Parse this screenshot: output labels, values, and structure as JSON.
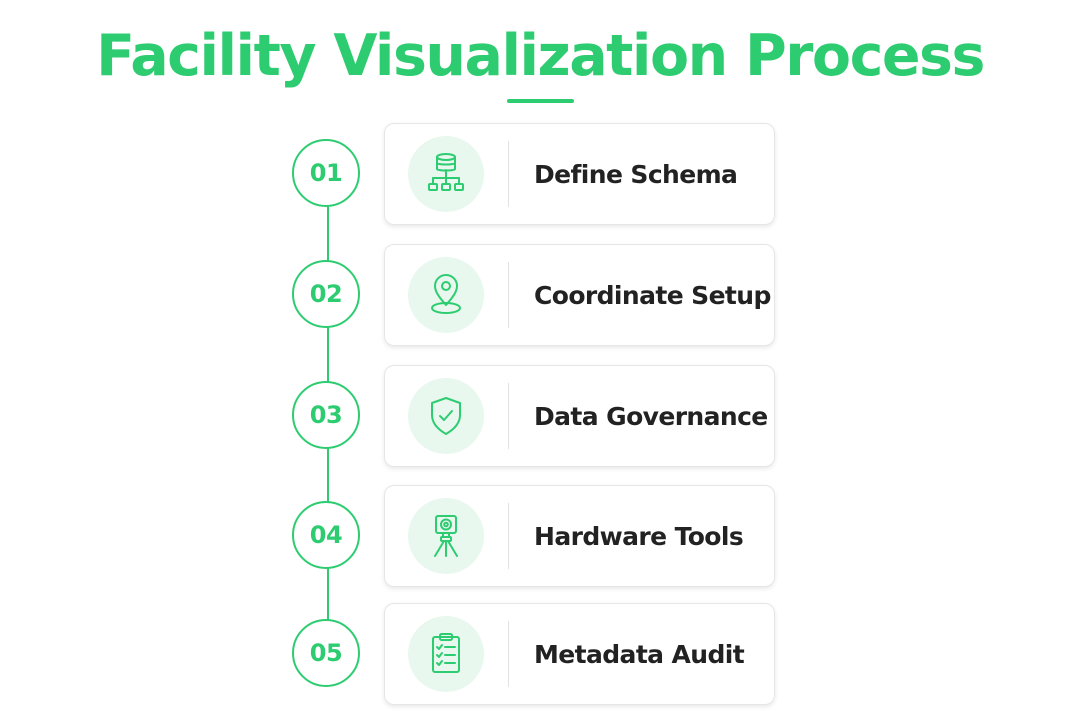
{
  "title": "Facility Visualization Process",
  "colors": {
    "accent": "#2ecc71",
    "accent_dark": "#27ae60",
    "icon_bg": "#e8f8ee",
    "text_dark": "#222222"
  },
  "steps": [
    {
      "number": "01",
      "label": "Define Schema",
      "icon": "database-hierarchy-icon"
    },
    {
      "number": "02",
      "label": "Coordinate Setup",
      "icon": "location-pin-icon"
    },
    {
      "number": "03",
      "label": "Data Governance",
      "icon": "shield-check-icon"
    },
    {
      "number": "04",
      "label": "Hardware Tools",
      "icon": "camera-tripod-icon"
    },
    {
      "number": "05",
      "label": "Metadata Audit",
      "icon": "clipboard-checklist-icon"
    }
  ]
}
